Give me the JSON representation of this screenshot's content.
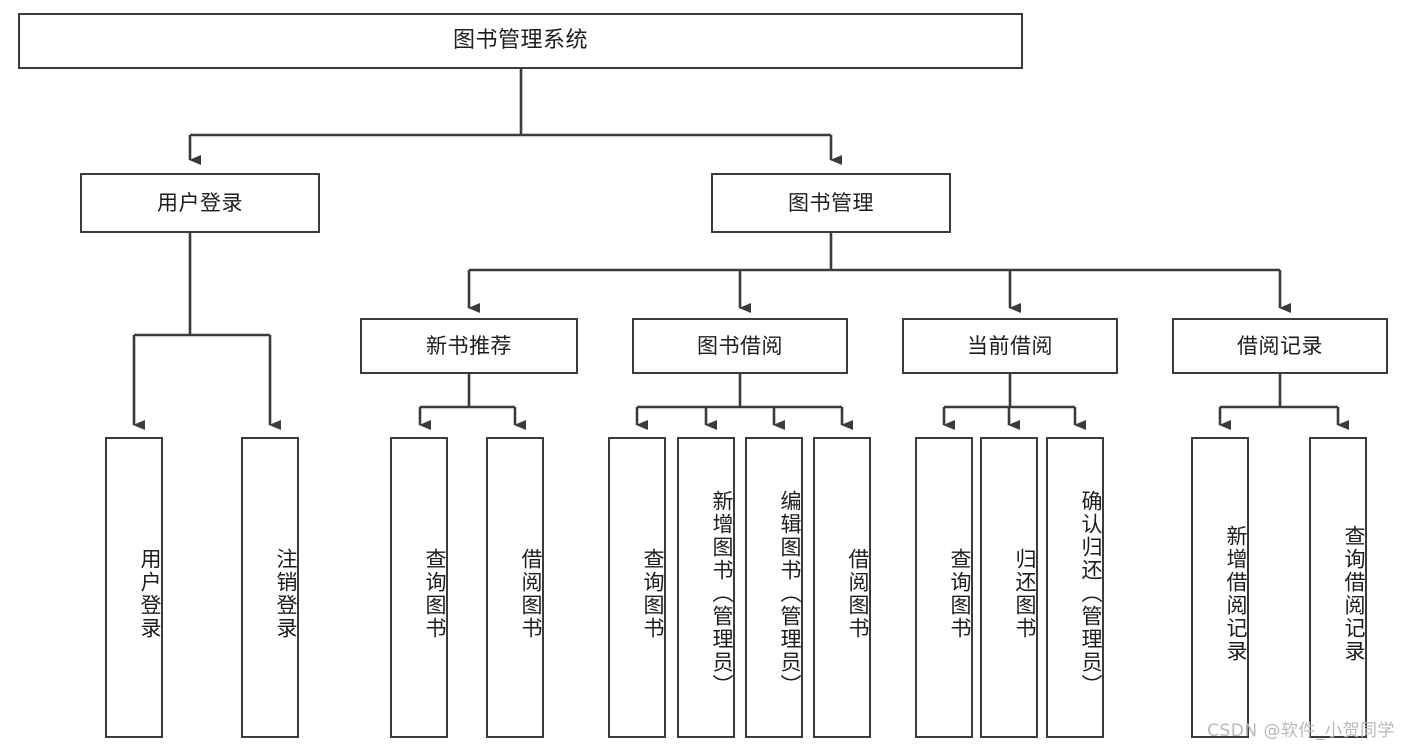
{
  "diagram": {
    "title": "图书管理系统",
    "type": "tree",
    "orientation": "top-down",
    "watermark": "CSDN @软件_小贺同学",
    "colors": {
      "box_border": "#3b3b3b",
      "box_fill": "#ffffff",
      "connector": "#3b3b3b",
      "text": "#1d1d1d",
      "watermark": "#b9b9b9",
      "background": "#ffffff"
    },
    "nodes": {
      "root": {
        "label": "图书管理系统"
      },
      "level2": [
        {
          "id": "user-login",
          "label": "用户登录"
        },
        {
          "id": "book-manage",
          "label": "图书管理"
        }
      ],
      "level3": [
        {
          "id": "new-book-recommend",
          "label": "新书推荐"
        },
        {
          "id": "book-borrow",
          "label": "图书借阅"
        },
        {
          "id": "current-borrow",
          "label": "当前借阅"
        },
        {
          "id": "borrow-record",
          "label": "借阅记录"
        }
      ],
      "leaves": {
        "user-login": [
          {
            "id": "leaf-user-login",
            "label": "用户登录"
          },
          {
            "id": "leaf-logout-login",
            "label": "注销登录"
          }
        ],
        "new-book-recommend": [
          {
            "id": "leaf-query-book-1",
            "label": "查询图书"
          },
          {
            "id": "leaf-borrow-book-1",
            "label": "借阅图书"
          }
        ],
        "book-borrow": [
          {
            "id": "leaf-query-book-2",
            "label": "查询图书"
          },
          {
            "id": "leaf-add-book",
            "label": "新增图书（管理员）"
          },
          {
            "id": "leaf-edit-book",
            "label": "编辑图书（管理员）"
          },
          {
            "id": "leaf-borrow-book-2",
            "label": "借阅图书"
          }
        ],
        "current-borrow": [
          {
            "id": "leaf-query-book-3",
            "label": "查询图书"
          },
          {
            "id": "leaf-return-book",
            "label": "归还图书"
          },
          {
            "id": "leaf-confirm-return",
            "label": "确认归还（管理员）"
          }
        ],
        "borrow-record": [
          {
            "id": "leaf-add-record",
            "label": "新增借阅记录"
          },
          {
            "id": "leaf-query-record",
            "label": "查询借阅记录"
          }
        ]
      }
    }
  }
}
